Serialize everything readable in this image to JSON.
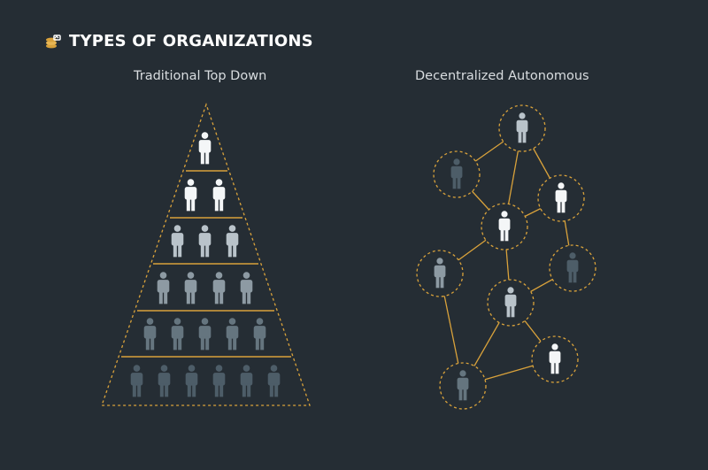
{
  "header": {
    "title": "TYPES OF ORGANIZATIONS",
    "icon": "coins-icon"
  },
  "left": {
    "subtitle": "Traditional Top Down"
  },
  "right": {
    "subtitle": "Decentralized Autonomous"
  },
  "colors": {
    "background": "#252d34",
    "accent": "#d9a23b",
    "person_white": "#f4f6f7",
    "person_light": "#b9c3ca",
    "person_mid": "#8d9aa3",
    "person_dark": "#65757f",
    "person_darker": "#4d5d68"
  }
}
